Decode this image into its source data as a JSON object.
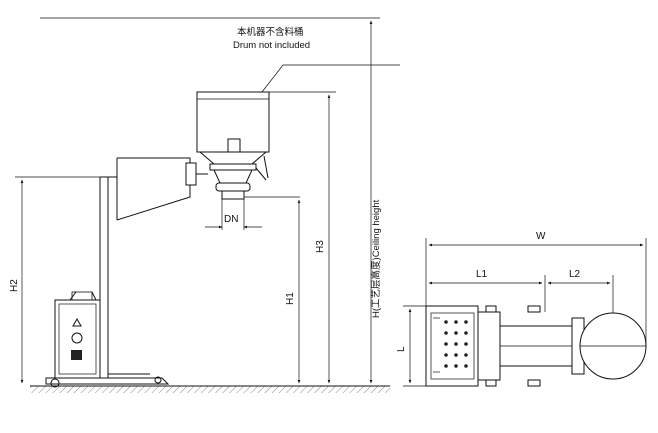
{
  "annotations": {
    "drum_cn": "本机器不含料桶",
    "drum_en": "Drum not included",
    "dn": "DN",
    "h1": "H1",
    "h2": "H2",
    "h3": "H3",
    "h": "H(工艺层高度)Ceiling height",
    "w": "W",
    "l1": "L1",
    "l2": "L2",
    "l": "L"
  }
}
